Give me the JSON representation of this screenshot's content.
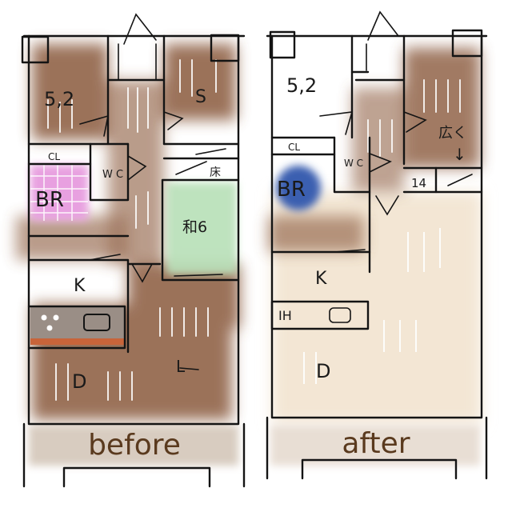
{
  "plans": {
    "before": {
      "caption": "before",
      "rooms": {
        "bedroom": "5,2",
        "storage": "S",
        "closet": "CL",
        "wc": "W C",
        "bath": "BR",
        "closet_small": "床",
        "washitsu": "和6",
        "kitchen": "K",
        "dining": "D",
        "living": "L"
      }
    },
    "after": {
      "caption": "after",
      "rooms": {
        "bedroom": "5,2",
        "closet": "CL",
        "wc": "W C",
        "bath": "BR",
        "wide": "広く",
        "arrow": "↓",
        "count": "14",
        "kitchen": "K",
        "ih": "IH",
        "dining": "D"
      }
    }
  },
  "colors": {
    "wood": "#8a5a3c",
    "bath_before": "#e8a0e0",
    "washitsu": "#b8e0b8",
    "bath_after": "#3a5fb0",
    "floor_after": "#f3e6d4",
    "caption_band": "#d8ccc0"
  }
}
